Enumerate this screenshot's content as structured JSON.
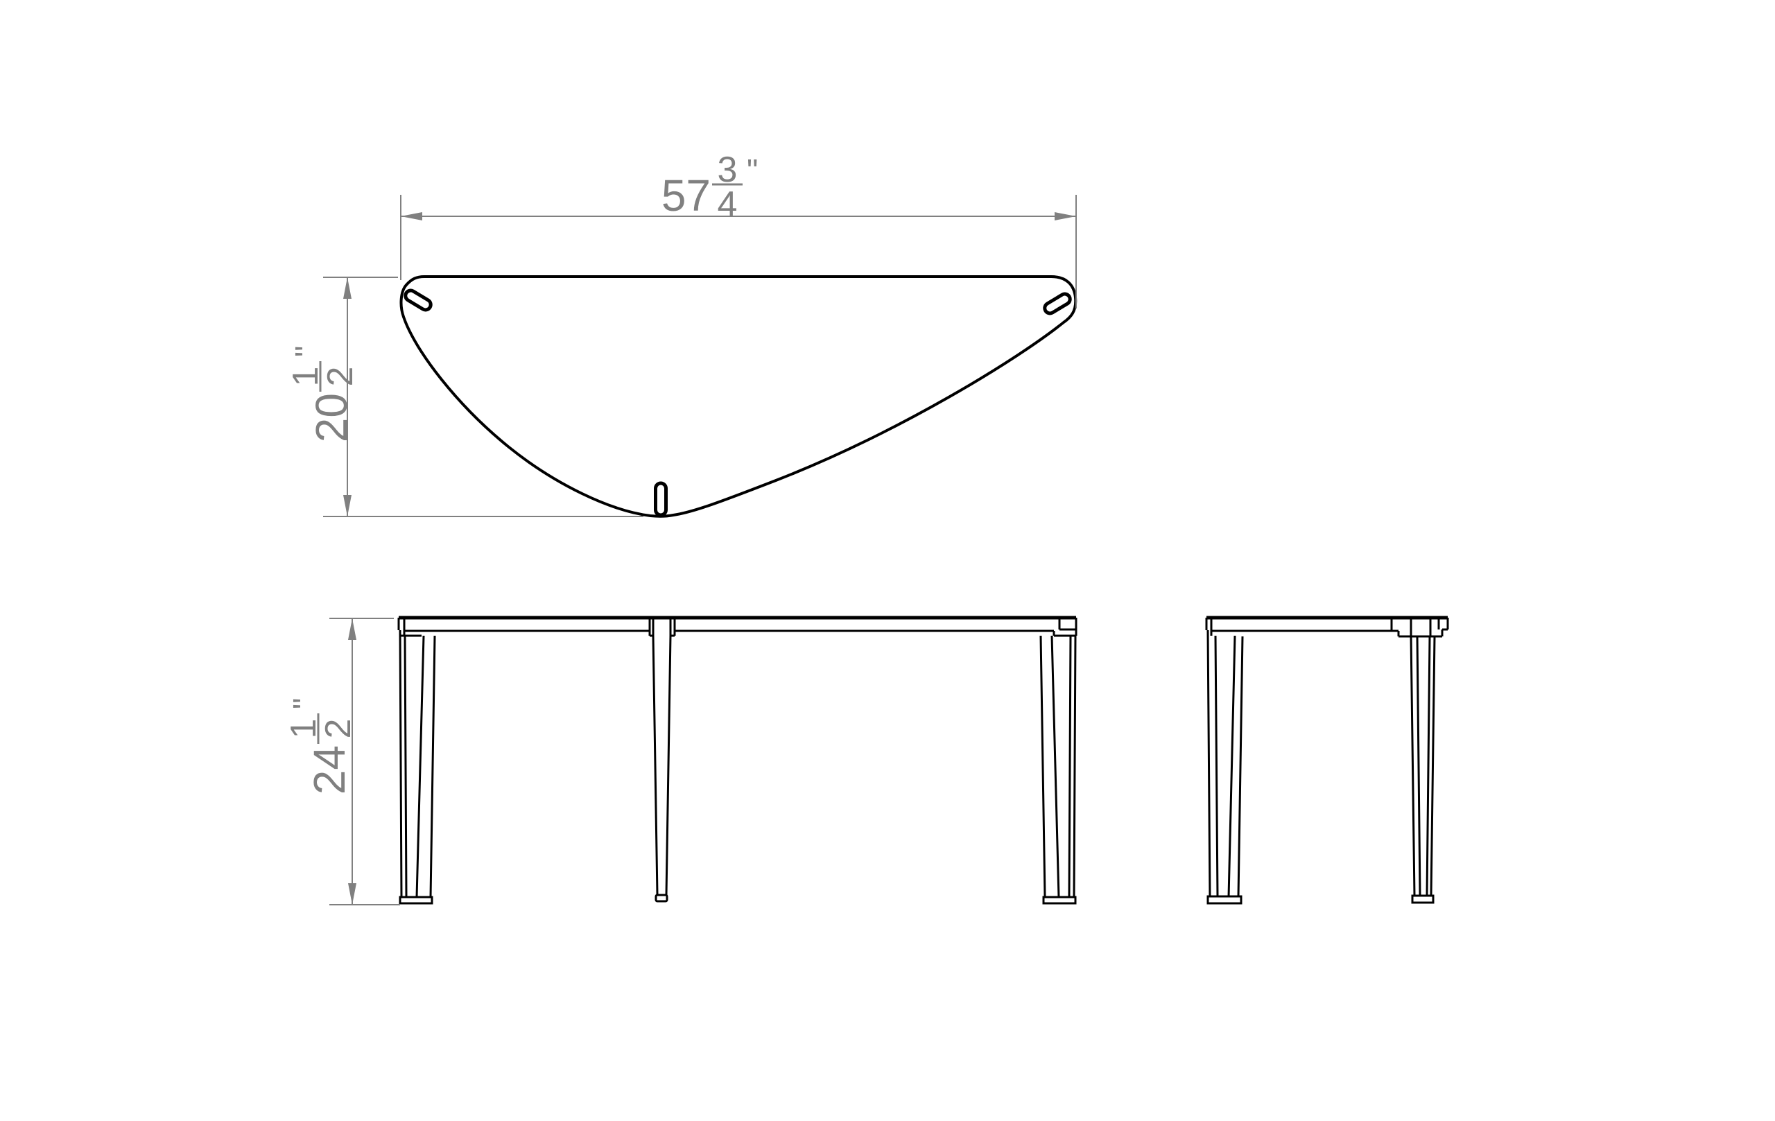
{
  "colors": {
    "background": "#ffffff",
    "drawing_line": "#000000",
    "dimension": "#808080"
  },
  "dimensions": {
    "width": {
      "whole": "57",
      "numerator": "3",
      "denominator": "4",
      "unit": "\""
    },
    "depth": {
      "whole": "20",
      "numerator": "1",
      "denominator": "2",
      "unit": "\""
    },
    "height": {
      "whole": "24",
      "numerator": "1",
      "denominator": "2",
      "unit": "\""
    }
  }
}
